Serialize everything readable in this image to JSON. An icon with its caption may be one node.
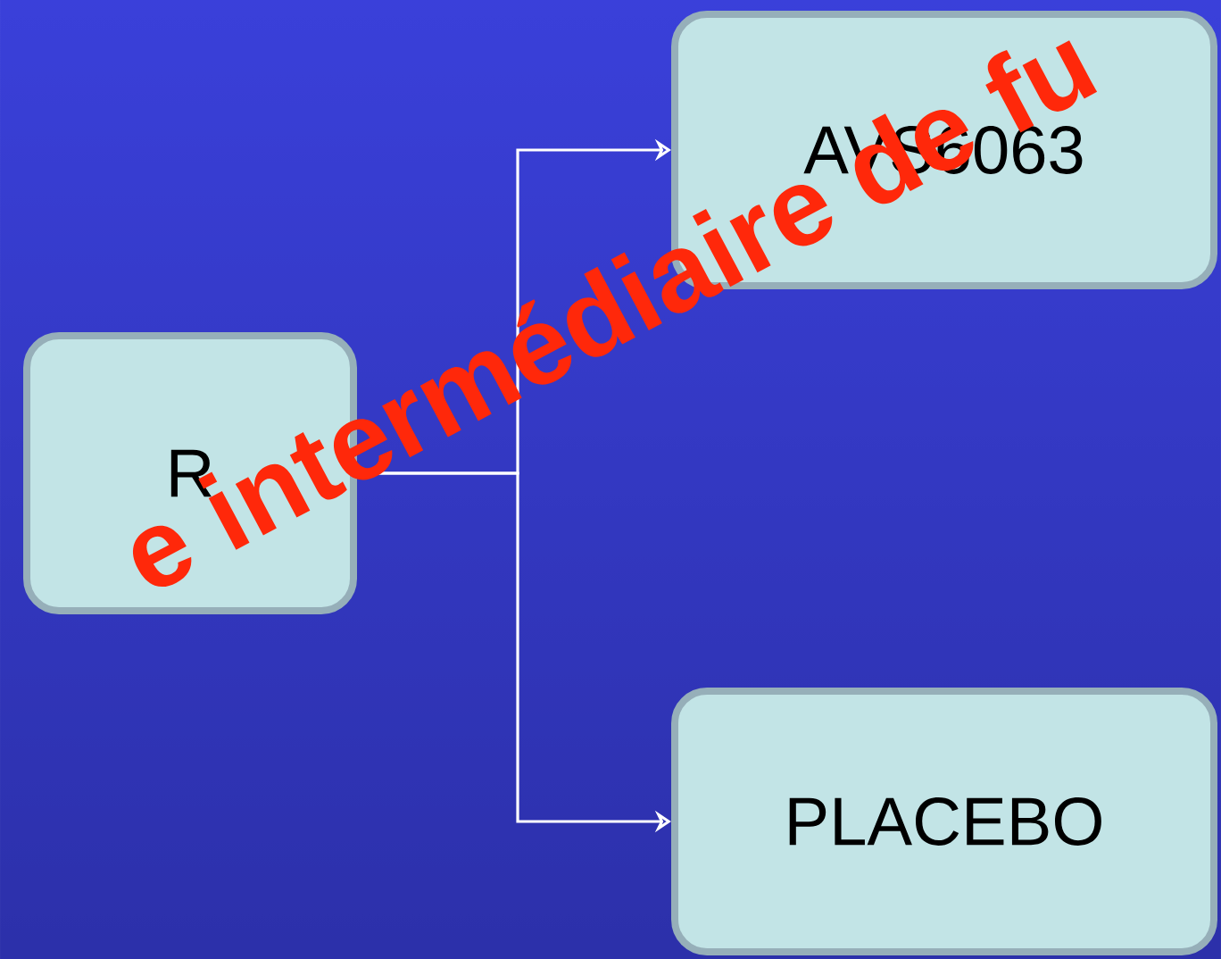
{
  "diagram": {
    "nodes": [
      {
        "text": [
          "R"
        ]
      },
      {
        "text": [
          "AVS6063"
        ]
      },
      {
        "text": [
          "PLACEBO"
        ]
      }
    ],
    "edges": [
      {
        "from": 0,
        "to": 1,
        "arrow": "to"
      },
      {
        "from": 0,
        "to": 2,
        "arrow": "to"
      }
    ],
    "labels": [
      "e intermédiaire de fu"
    ]
  }
}
